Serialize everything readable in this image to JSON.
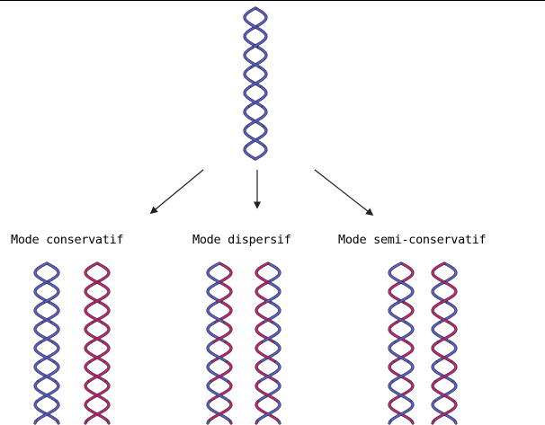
{
  "colors": {
    "parental": "#5a5ec8",
    "parental_light": "#9a9de6",
    "newly_synthesized": "#c8246a",
    "newly_synthesized_light": "#e07aa8",
    "dark": "#2a2a44",
    "arrow": "#222222"
  },
  "modes": [
    {
      "id": "conservatif",
      "label": "Mode conservatif"
    },
    {
      "id": "dispersif",
      "label": "Mode dispersif"
    },
    {
      "id": "semi",
      "label": "Mode semi-conservatif"
    }
  ]
}
